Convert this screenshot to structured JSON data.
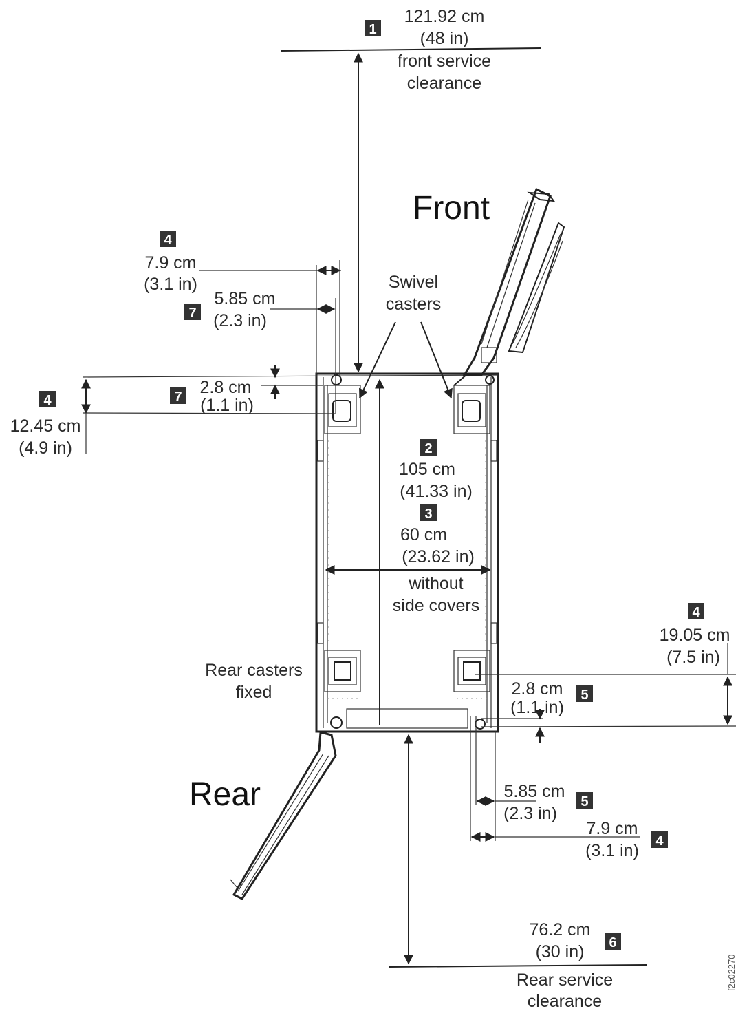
{
  "title_front": "Front",
  "title_rear": "Rear",
  "callouts": {
    "c1": {
      "badge": "1",
      "cm": "121.92 cm",
      "in": "(48 in)",
      "note1": "front service",
      "note2": "clearance"
    },
    "c2": {
      "badge": "2",
      "cm": "105 cm",
      "in": "(41.33 in)"
    },
    "c3": {
      "badge": "3",
      "cm": "60 cm",
      "in": "(23.62 in)",
      "note1": "without",
      "note2": "side covers"
    },
    "c4_top": {
      "badge": "4",
      "cm": "7.9 cm",
      "in": "(3.1 in)"
    },
    "c7_top": {
      "badge": "7",
      "cm": "5.85 cm",
      "in": "(2.3 in)"
    },
    "c4_left": {
      "badge": "4",
      "cm": "12.45 cm",
      "in": "(4.9 in)"
    },
    "c7_left": {
      "badge": "7",
      "cm": "2.8 cm",
      "in": "(1.1 in)"
    },
    "c4_right": {
      "badge": "4",
      "cm": "19.05 cm",
      "in": "(7.5 in)"
    },
    "c5_right": {
      "badge": "5",
      "cm": "2.8 cm",
      "in": "(1.1 in)"
    },
    "c5_bottom": {
      "badge": "5",
      "cm": "5.85 cm",
      "in": "(2.3 in)"
    },
    "c4_bottom": {
      "badge": "4",
      "cm": "7.9 cm",
      "in": "(3.1 in)"
    },
    "c6": {
      "badge": "6",
      "cm": "76.2 cm",
      "in": "(30 in)",
      "note1": "Rear service",
      "note2": "clearance"
    }
  },
  "labels": {
    "swivel1": "Swivel",
    "swivel2": "casters",
    "rear_casters1": "Rear casters",
    "rear_casters2": "fixed"
  },
  "figure_id": "f2c02270"
}
